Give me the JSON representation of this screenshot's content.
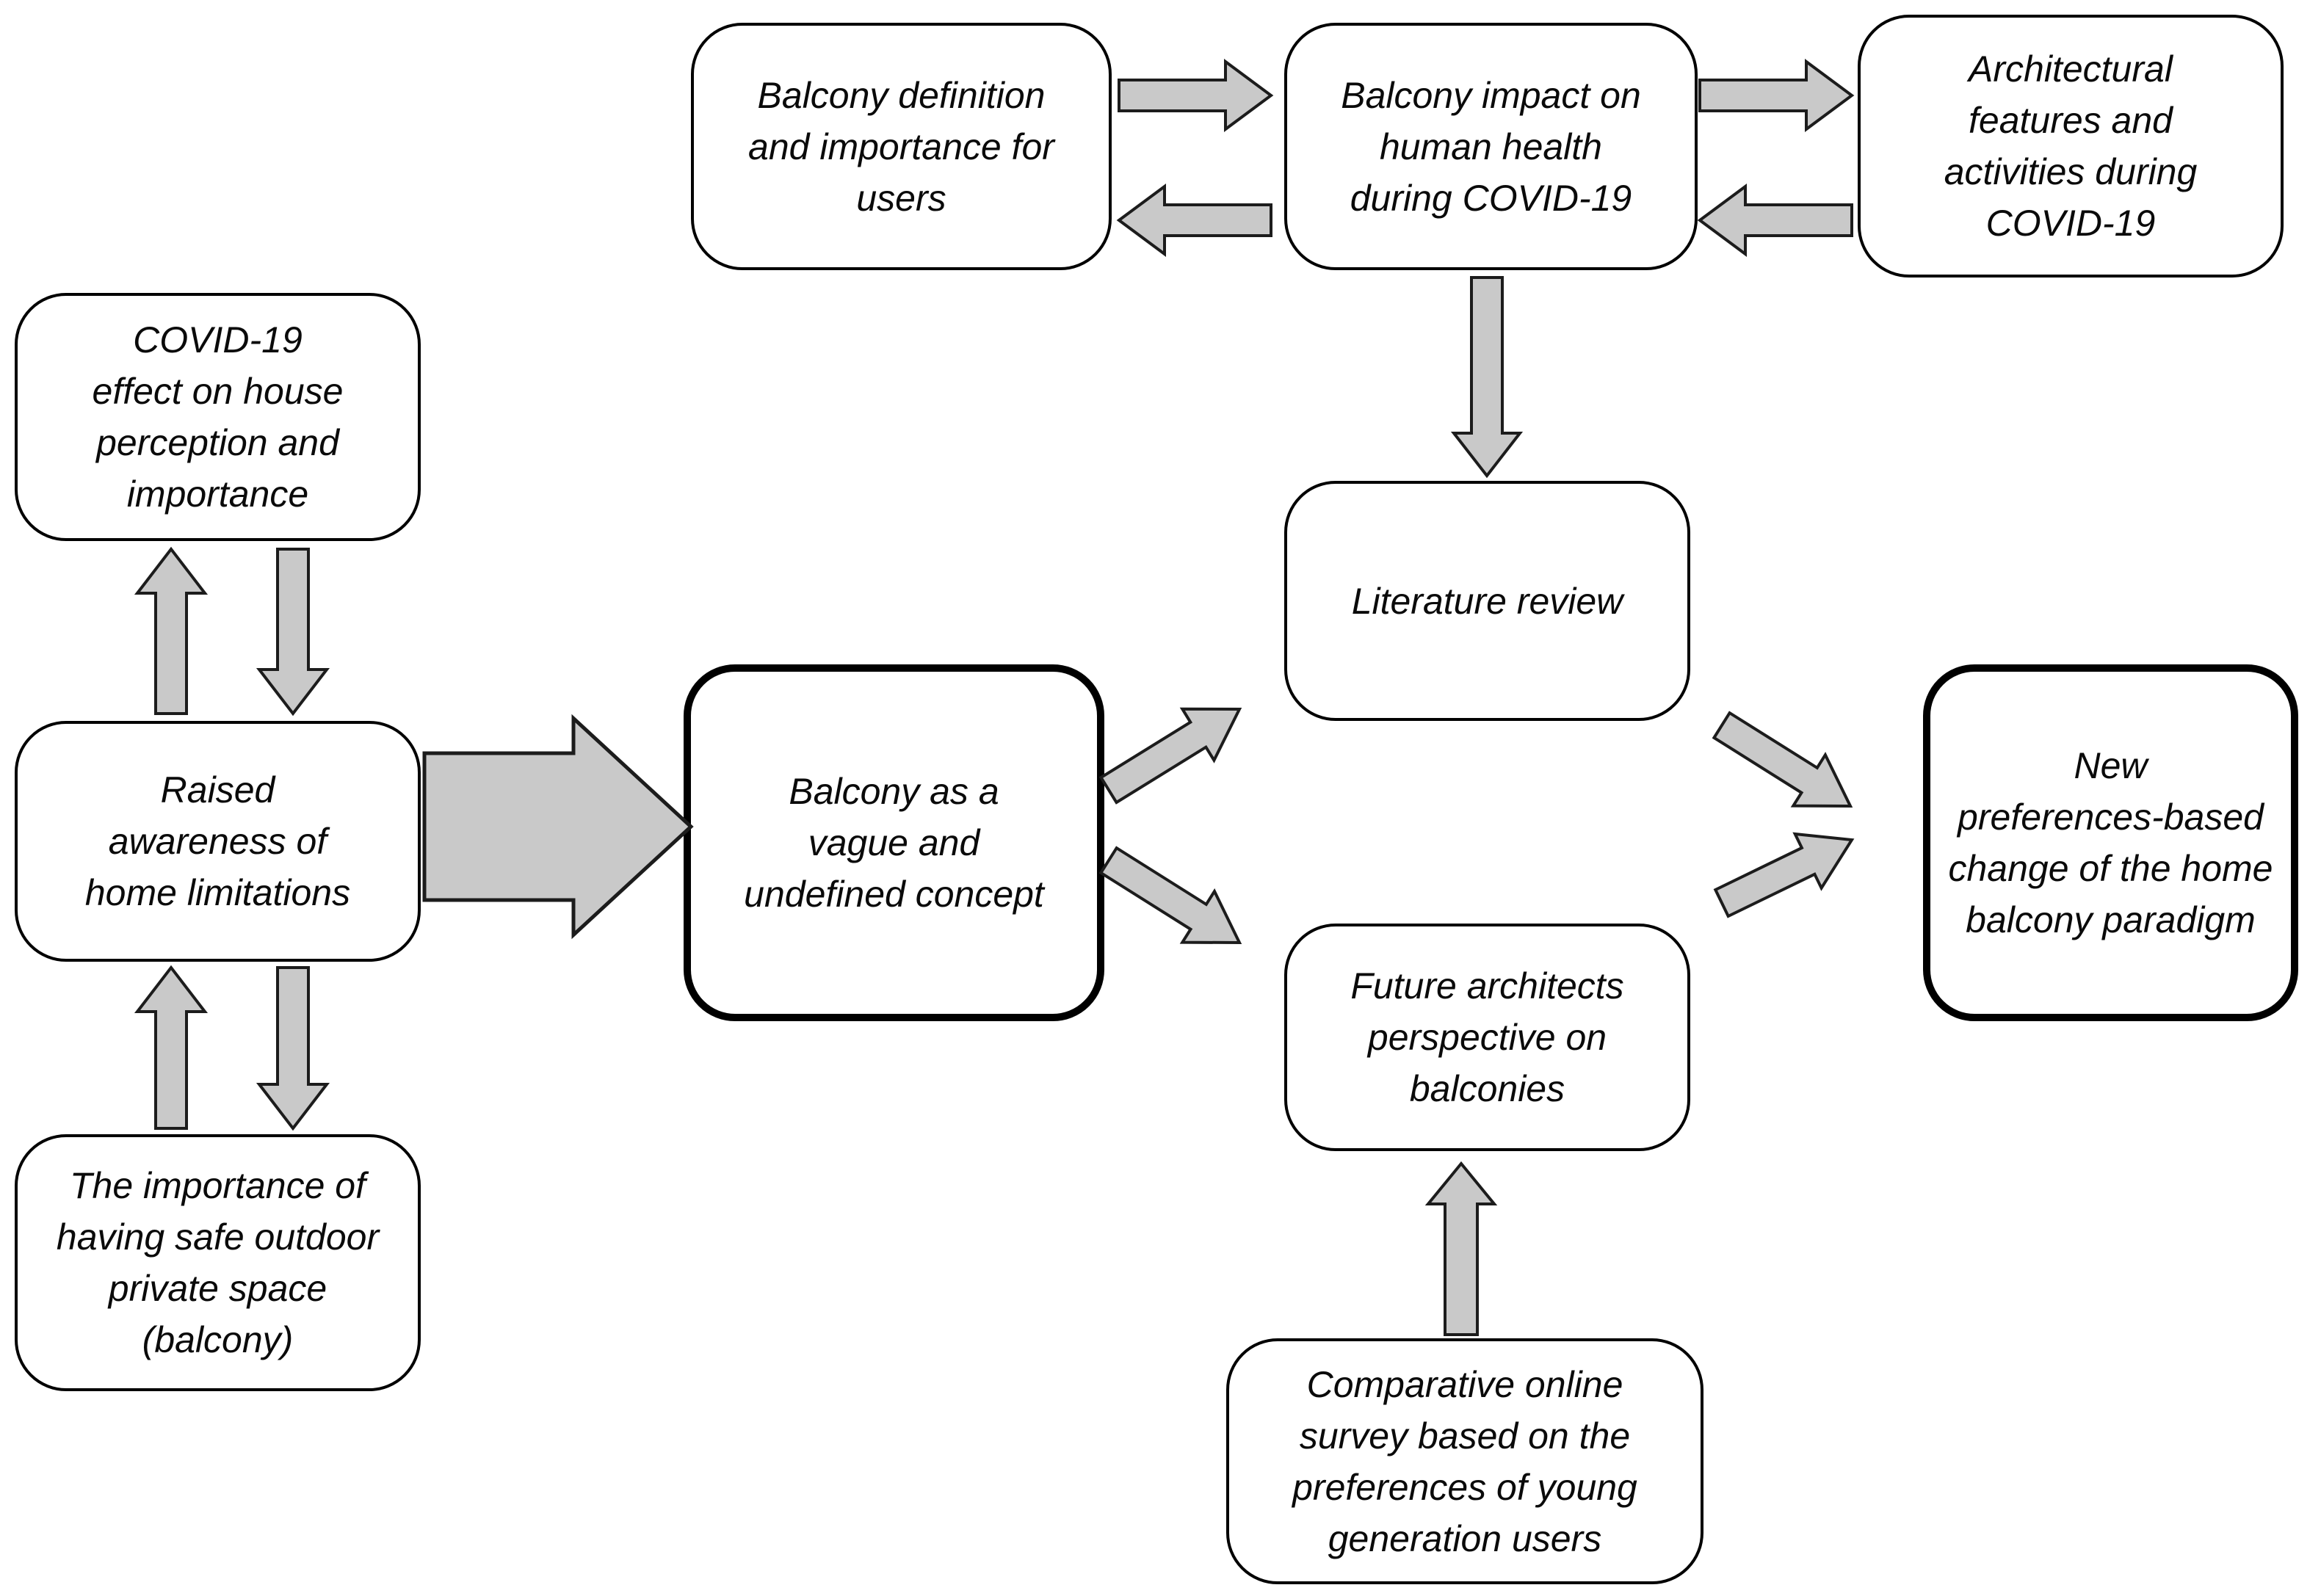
{
  "figure": {
    "type": "flowchart",
    "background": "#ffffff",
    "node_fill": "#ffffff",
    "node_border_color": "#000000",
    "arrow_fill": "#c9c9c9",
    "arrow_stroke": "#1c1c1c"
  },
  "nodes": [
    {
      "id": "balcony-definition",
      "label": "Balcony definition\nand importance for\nusers",
      "emphasis": false
    },
    {
      "id": "balcony-impact",
      "label": "Balcony impact on\nhuman health\nduring COVID-19",
      "emphasis": false
    },
    {
      "id": "architectural-features",
      "label": "Architectural\nfeatures and\nactivities during\nCOVID-19",
      "emphasis": false
    },
    {
      "id": "covid-effect",
      "label": "COVID-19\neffect on house\nperception and\nimportance",
      "emphasis": false
    },
    {
      "id": "raised-awareness",
      "label": "Raised\nawareness of\nhome limitations",
      "emphasis": false
    },
    {
      "id": "safe-outdoor-space",
      "label": "The importance of\nhaving safe outdoor\nprivate space\n(balcony)",
      "emphasis": false
    },
    {
      "id": "balcony-vague",
      "label": "Balcony as a\nvague and\nundefined concept",
      "emphasis": true
    },
    {
      "id": "literature-review",
      "label": "Literature review",
      "emphasis": false
    },
    {
      "id": "future-architects",
      "label": "Future architects\nperspective on\nbalconies",
      "emphasis": false
    },
    {
      "id": "online-survey",
      "label": "Comparative online\nsurvey based on the\npreferences of young\ngeneration users",
      "emphasis": false
    },
    {
      "id": "new-paradigm",
      "label": "New\npreferences-based\nchange of the home\nbalcony paradigm",
      "emphasis": true
    }
  ],
  "arrows": [
    {
      "id": "a1",
      "from": "balcony-definition",
      "to": "balcony-impact"
    },
    {
      "id": "a2",
      "from": "balcony-impact",
      "to": "balcony-definition"
    },
    {
      "id": "a3",
      "from": "balcony-impact",
      "to": "architectural-features"
    },
    {
      "id": "a4",
      "from": "architectural-features",
      "to": "balcony-impact"
    },
    {
      "id": "a5",
      "from": "raised-awareness",
      "to": "covid-effect"
    },
    {
      "id": "a6",
      "from": "covid-effect",
      "to": "raised-awareness"
    },
    {
      "id": "a7",
      "from": "safe-outdoor-space",
      "to": "raised-awareness"
    },
    {
      "id": "a8",
      "from": "raised-awareness",
      "to": "safe-outdoor-space"
    },
    {
      "id": "a9",
      "from": "balcony-impact",
      "to": "literature-review"
    },
    {
      "id": "a10",
      "from": "raised-awareness",
      "to": "balcony-vague"
    },
    {
      "id": "a11",
      "from": "balcony-vague",
      "to": "literature-review"
    },
    {
      "id": "a12",
      "from": "balcony-vague",
      "to": "future-architects"
    },
    {
      "id": "a13",
      "from": "literature-review",
      "to": "new-paradigm"
    },
    {
      "id": "a14",
      "from": "future-architects",
      "to": "new-paradigm"
    },
    {
      "id": "a15",
      "from": "online-survey",
      "to": "future-architects"
    }
  ]
}
